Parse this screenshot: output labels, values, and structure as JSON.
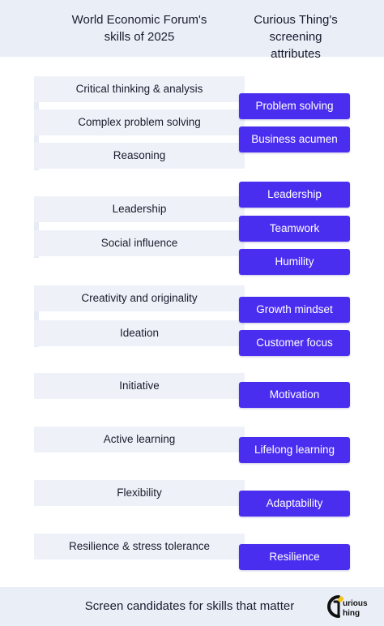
{
  "header": {
    "left_title_line1": "World Economic Forum's",
    "left_title_line2": "skills of 2025",
    "right_title_line1": "Curious Thing's",
    "right_title_line2": "screening attributes"
  },
  "skills": [
    "Critical thinking & analysis",
    "Complex problem solving",
    "Reasoning",
    "Leadership",
    "Social influence",
    "Creativity and originality",
    "Ideation",
    "Initiative",
    "Active learning",
    "Flexibility",
    "Resilience & stress tolerance"
  ],
  "attributes": [
    "Problem solving",
    "Business acumen",
    "Leadership",
    "Teamwork",
    "Humility",
    "Growth mindset",
    "Customer focus",
    "Motivation",
    "Lifelong learning",
    "Adaptability",
    "Resilience"
  ],
  "footer": {
    "tagline": "Screen candidates for skills that matter",
    "logo_text_line1": "urious",
    "logo_text_line2": "hing"
  },
  "colors": {
    "accent": "#4a2ef0",
    "skill_bg": "#eef2f8",
    "band_bg": "#e9eef7"
  }
}
